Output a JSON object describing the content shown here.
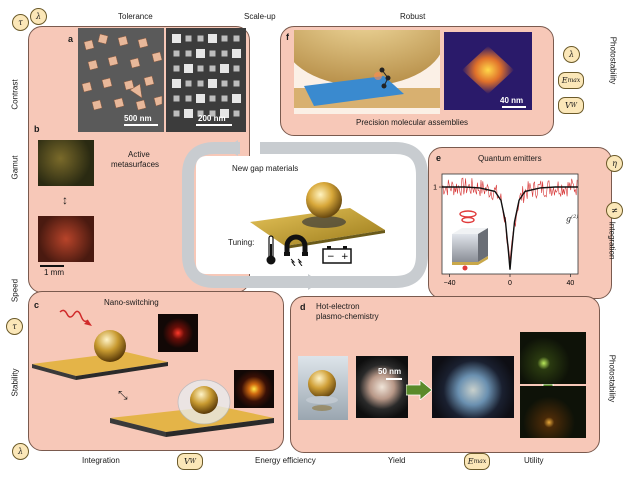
{
  "top_labels": {
    "tolerance": "Tolerance",
    "scale_up": "Scale-up",
    "robust": "Robust"
  },
  "left_labels": {
    "contrast": "Contrast",
    "gamut": "Gamut",
    "speed": "Speed",
    "stability": "Stability"
  },
  "right_labels": {
    "photostability_top": "Photostability",
    "integration": "Integration",
    "photostability_bottom": "Photostability"
  },
  "bottom_labels": {
    "integration": "Integration",
    "energy_efficiency": "Energy efficiency",
    "yield": "Yield",
    "utility": "Utility"
  },
  "symbols": {
    "tau_top": "τ",
    "lambda_top": "λ",
    "lambda_right": "λ",
    "e_max_right": "E",
    "e_max_right_sub": "max",
    "v_w_right": "V",
    "v_w_right_sub": "W",
    "eta": "η",
    "neq": "≠",
    "tau_left": "τ",
    "lambda_bottom": "λ",
    "v_w_bottom": "V",
    "v_w_bottom_sub": "W",
    "e_max_bottom": "E",
    "e_max_bottom_sub": "max"
  },
  "panels": {
    "a": {
      "letter": "a",
      "scale_left": "500 nm",
      "scale_right": "200 nm"
    },
    "b": {
      "letter": "b",
      "title_line1": "Active",
      "title_line2": "metasurfaces",
      "scale": "1 mm"
    },
    "f": {
      "letter": "f",
      "caption": "Precision molecular assemblies",
      "scale": "40 nm"
    },
    "e": {
      "letter": "e",
      "title": "Quantum emitters",
      "y_tick": "1",
      "g2_label": "g",
      "g2_sup": "(2)",
      "x_ticks": [
        "−40",
        "0",
        "40"
      ]
    },
    "c": {
      "letter": "c",
      "title": "Nano-switching"
    },
    "d": {
      "letter": "d",
      "title_line1": "Hot-electron",
      "title_line2": "plasmo-chemistry",
      "scale": "50 nm"
    }
  },
  "center": {
    "title": "New gap materials",
    "tuning": "Tuning:"
  },
  "chart_data": {
    "type": "line",
    "title": "Quantum emitters",
    "xlabel": "",
    "ylabel": "",
    "xlim": [
      -45,
      45
    ],
    "ylim": [
      0,
      1.15
    ],
    "x_ticks": [
      -40,
      0,
      40
    ],
    "y_ticks": [
      1
    ],
    "series": [
      {
        "name": "",
        "x": [
          -45,
          -30,
          -20,
          -10,
          -6,
          -3,
          -1,
          0,
          1,
          3,
          6,
          10,
          20,
          30,
          45
        ],
        "values": [
          1.0,
          1.0,
          0.99,
          0.95,
          0.85,
          0.6,
          0.25,
          0.05,
          0.25,
          0.6,
          0.85,
          0.95,
          0.99,
          1.0,
          1.0
        ]
      }
    ],
    "colors": {
      "fit": "#111111",
      "data": "#d63333"
    }
  }
}
